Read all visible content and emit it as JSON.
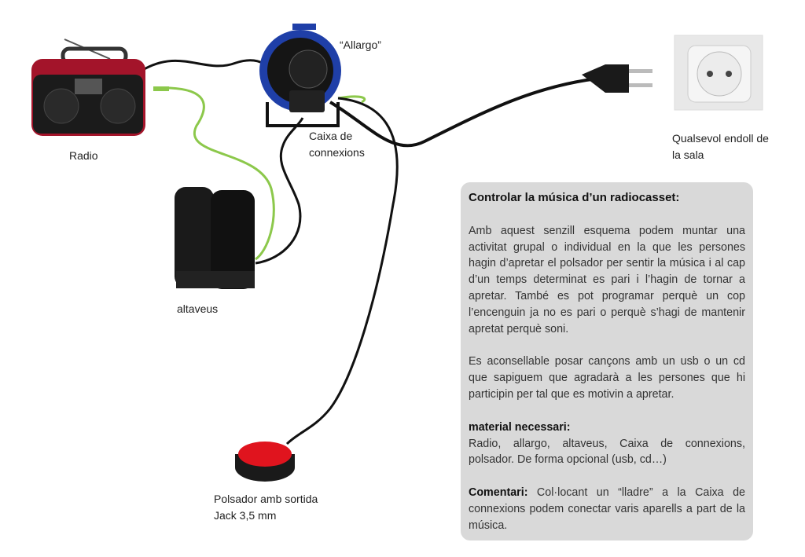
{
  "labels": {
    "radio": "Radio",
    "allargo": "“Allargo”",
    "caixa": "Caixa de connexions",
    "endoll": "Qualsevol endoll de la sala",
    "altaveus": "altaveus",
    "polsador": "Polsador amb sortida Jack 3,5 mm"
  },
  "info": {
    "title": "Controlar la música d’un radiocasset:",
    "p1": "Amb aquest senzill esquema podem muntar una activitat grupal o individual en la que les persones hagin d’apretar el polsador per sentir la música i al cap d’un temps determinat es pari i l’hagin de tornar a apretar. També es pot programar perquè un cop l’encenguin ja no es pari o perquè s’hagi de mantenir apretat perquè soni.",
    "p2": "Es aconsellable posar cançons amb un usb o un cd que sapiguem que agradarà a les persones que hi participin per tal que es motivin a apretar.",
    "material_heading": "material necessari:",
    "material": "Radio, allargo, altaveus, Caixa de connexions, polsador. De forma opcional (usb, cd…)",
    "comment_heading": "Comentari:",
    "comment": " Col·locant un “lladre” a la Caixa de connexions podem conectar varis aparells a part de la música."
  },
  "colors": {
    "radio": "#a3142a",
    "reel": "#1f3fa8",
    "button": "#e0141e",
    "wire_green": "#8cc84b",
    "box": "#d9d9d9"
  }
}
